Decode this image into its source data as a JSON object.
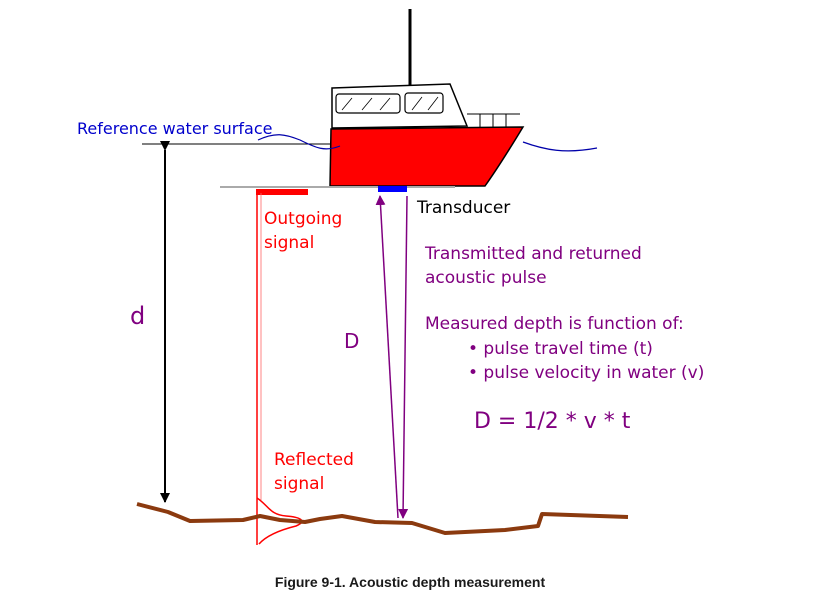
{
  "labels": {
    "reference_surface": "Reference water surface",
    "transducer": "Transducer",
    "outgoing_signal": [
      "Outgoing",
      "signal"
    ],
    "reflected_signal": [
      "Reflected",
      "signal"
    ],
    "d": "d",
    "D": "D",
    "transmitted": [
      "Transmitted and returned",
      "acoustic pulse"
    ],
    "measured": "Measured depth is function of:",
    "bullets": [
      "• pulse travel time (t)",
      "• pulse velocity in water (v)"
    ],
    "formula": "D = 1/2 * v * t"
  },
  "caption": "Figure 9-1. Acoustic depth measurement",
  "colors": {
    "hull": "#ff0000",
    "transducer": "#0000ff",
    "water_line": "#0000aa",
    "seabed": "#8b3a0f",
    "signal": "#ff0000",
    "pulse": "#800080",
    "ref_text": "#0000cc"
  }
}
